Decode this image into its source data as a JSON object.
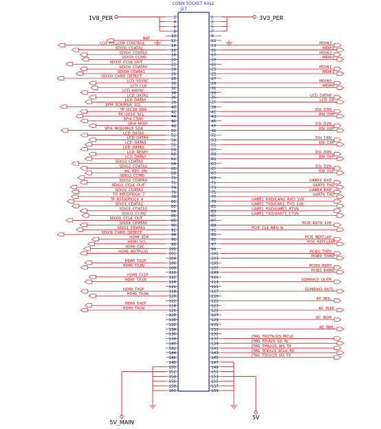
{
  "connector": {
    "title": "CONN SOCKET 60x2",
    "ref": "J27"
  },
  "power": {
    "top_left": "1V8_PER",
    "top_right": "3V3_PER",
    "bottom_left": "5V_MAIN",
    "bottom_right": "5V"
  },
  "colors": {
    "wire": "#c00000",
    "body": "#1f2a7a",
    "pin_number": "#000000"
  },
  "left_nets": [
    {
      "pin": 12,
      "label": "BAT",
      "dir": "in"
    },
    {
      "pin": 14,
      "label": "LCD_FOLLOW_CONTROL",
      "dir": "in"
    },
    {
      "pin": 16,
      "label": "SDIO0_CDATA2",
      "dir": "in"
    },
    {
      "pin": 18,
      "label": "SDIO0_CDATA3",
      "dir": "in"
    },
    {
      "pin": 20,
      "label": "SDIO0_CCMD",
      "dir": "in"
    },
    {
      "pin": 22,
      "label": "SDIO0_CCLK_OUT",
      "dir": "in"
    },
    {
      "pin": 24,
      "label": "SDIO0_CDATA0",
      "dir": "in"
    },
    {
      "pin": 26,
      "label": "SDIO0_CDATA1",
      "dir": "in"
    },
    {
      "pin": 28,
      "label": "SDIO0_CARD_DETECT",
      "dir": "in"
    },
    {
      "pin": 30,
      "label": "LCD_VSYNC",
      "dir": "in"
    },
    {
      "pin": 32,
      "label": "LCD_CLK",
      "dir": "in"
    },
    {
      "pin": 34,
      "label": "LCD_HSYNC",
      "dir": "in"
    },
    {
      "pin": 36,
      "label": "LCD_DATA1",
      "dir": "in"
    },
    {
      "pin": 38,
      "label": "LCD_DATA0",
      "dir": "in"
    },
    {
      "pin": 40,
      "label": "SPI4_SCK/MUX_SCL",
      "dir": "in"
    },
    {
      "pin": 42,
      "label": "TP_I2C10_SDA",
      "dir": "in"
    },
    {
      "pin": 44,
      "label": "TP_I2C10_SCL",
      "dir": "in"
    },
    {
      "pin": 46,
      "label": "SPI4_CSN0",
      "dir": "in"
    },
    {
      "pin": 48,
      "label": "SPI4_MISO",
      "dir": "in"
    },
    {
      "pin": 50,
      "label": "SPI4_MOSI/MUX_SDA",
      "dir": "in"
    },
    {
      "pin": 52,
      "label": "LCD_DATA5",
      "dir": "in"
    },
    {
      "pin": 54,
      "label": "LCD_DATA4",
      "dir": "in"
    },
    {
      "pin": 56,
      "label": "LCD_DATA3",
      "dir": "in"
    },
    {
      "pin": 58,
      "label": "LCD_DATA2",
      "dir": "in"
    },
    {
      "pin": 60,
      "label": "LCD_RESET",
      "dir": "in"
    },
    {
      "pin": 62,
      "label": "LCD_DATA7",
      "dir": "in"
    },
    {
      "pin": 64,
      "label": "SDIO2_CDATA0",
      "dir": "in"
    },
    {
      "pin": 66,
      "label": "SDIO2_CDATA1",
      "dir": "in"
    },
    {
      "pin": 68,
      "label": "WL_REG_ON",
      "dir": "in"
    },
    {
      "pin": 70,
      "label": "SDIO2_CCMD",
      "dir": "in"
    },
    {
      "pin": 72,
      "label": "SDIO2_CDATA3",
      "dir": "in"
    },
    {
      "pin": 74,
      "label": "SDIO2_CCLK_OUT",
      "dir": "in"
    },
    {
      "pin": 76,
      "label": "SDIO2_CDATA2",
      "dir": "in"
    },
    {
      "pin": 78,
      "label": "TP_INT/GPIO16_7",
      "dir": "in"
    },
    {
      "pin": 80,
      "label": "TP_RST/GPIO16_4",
      "dir": "in"
    },
    {
      "pin": 82,
      "label": "SDIO1_CDATA2",
      "dir": "in"
    },
    {
      "pin": 84,
      "label": "SDIO1_CDATA3",
      "dir": "in"
    },
    {
      "pin": 86,
      "label": "SDIO1_CCMD",
      "dir": "in"
    },
    {
      "pin": 88,
      "label": "SDIO1_CCLK_OUT",
      "dir": "in"
    },
    {
      "pin": 90,
      "label": "SDIO1_CDATA0",
      "dir": "in"
    },
    {
      "pin": 92,
      "label": "SDIO1_CDATA1",
      "dir": "in"
    },
    {
      "pin": 94,
      "label": "SDIO1_CARD_DETECT",
      "dir": "in"
    },
    {
      "pin": 96,
      "label": "HDMI_SDA",
      "dir": "in"
    },
    {
      "pin": 98,
      "label": "HDMI_SCL",
      "dir": "in"
    },
    {
      "pin": 100,
      "label": "HDMI_CEC",
      "dir": "in"
    },
    {
      "pin": 102,
      "label": "HDMI_HOTPLUG",
      "dir": "in"
    },
    {
      "pin": 106,
      "label": "HDMI_TX2P",
      "dir": "in"
    },
    {
      "pin": 108,
      "label": "HDMI_TX2N",
      "dir": "in"
    },
    {
      "pin": 112,
      "label": "HDMI_TX1P",
      "dir": "in"
    },
    {
      "pin": 114,
      "label": "HDMI_TX1N",
      "dir": "in"
    },
    {
      "pin": 118,
      "label": "HDMI_TX0P",
      "dir": "in"
    },
    {
      "pin": 120,
      "label": "HDMI_TX0N",
      "dir": "in"
    },
    {
      "pin": 124,
      "label": "HDMI_TXCP",
      "dir": "in"
    },
    {
      "pin": 126,
      "label": "HDMI_TXCN",
      "dir": "in"
    }
  ],
  "right_nets": [
    {
      "pin": 13,
      "label": "MDIN3"
    },
    {
      "pin": 15,
      "label": "MDIP3"
    },
    {
      "pin": 17,
      "label": "MDIN2"
    },
    {
      "pin": 19,
      "label": "MDIP2"
    },
    {
      "pin": 23,
      "label": "MDIN1"
    },
    {
      "pin": 25,
      "label": "MDIP1"
    },
    {
      "pin": 29,
      "label": "MDIN0"
    },
    {
      "pin": 31,
      "label": "MDIP0"
    },
    {
      "pin": 35,
      "label": "LCD_DATA6"
    },
    {
      "pin": 37,
      "label": "LCD_DE"
    },
    {
      "pin": 41,
      "label": "DSI_D3N"
    },
    {
      "pin": 43,
      "label": "DSI_D3P"
    },
    {
      "pin": 47,
      "label": "DSI_D2N"
    },
    {
      "pin": 49,
      "label": "DSI_D2P"
    },
    {
      "pin": 53,
      "label": "DSI_CKN"
    },
    {
      "pin": 55,
      "label": "DSI_CKP"
    },
    {
      "pin": 59,
      "label": "DSI_D0N"
    },
    {
      "pin": 61,
      "label": "DSI_D0P"
    },
    {
      "pin": 65,
      "label": "DSI_D1N"
    },
    {
      "pin": 67,
      "label": "DSI_D1P"
    },
    {
      "pin": 71,
      "label": "UART3_RXD"
    },
    {
      "pin": 73,
      "label": "UART3_TXD"
    },
    {
      "pin": 75,
      "label": "UART4_RXD"
    },
    {
      "pin": 77,
      "label": "UART4_TXD"
    },
    {
      "pin": 79,
      "label": "UART1_RXD/CAN1_RXD_1V8"
    },
    {
      "pin": 81,
      "label": "UART1_TXD/CAN1_TXD_1V8"
    },
    {
      "pin": 83,
      "label": "UART1_RXD/UART1_RTSN"
    },
    {
      "pin": 85,
      "label": "UART1_TXD/UART1_CTSN"
    },
    {
      "pin": 89,
      "label": "PCIE_RSTN_1V8"
    },
    {
      "pin": 91,
      "label": "PCIE_CLK_REQ_N"
    },
    {
      "pin": 95,
      "label": "PCIE_REFCLKP"
    },
    {
      "pin": 97,
      "label": "PCIE_REFCLKM"
    },
    {
      "pin": 101,
      "label": "PCIE0_TXP0"
    },
    {
      "pin": 103,
      "label": "PCIE0_TXM0"
    },
    {
      "pin": 107,
      "label": "PCIE0_RXP0"
    },
    {
      "pin": 109,
      "label": "PCIE0_RXM0"
    },
    {
      "pin": 113,
      "label": "SGM8903_OUTR"
    },
    {
      "pin": 117,
      "label": "SGM8903_OUTL"
    },
    {
      "pin": 121,
      "label": "AC_IN1L"
    },
    {
      "pin": 125,
      "label": "AC_IN1R"
    },
    {
      "pin": 129,
      "label": "AC_IN0R"
    },
    {
      "pin": 133,
      "label": "AC_IN0L"
    },
    {
      "pin": 137,
      "label": "JTAG_TRSTN/I2S_MCLK"
    },
    {
      "pin": 139,
      "label": "JTAG_TDI/I2S_SD_IN"
    },
    {
      "pin": 141,
      "label": "JTAG_TMS/I2S_WS_TX"
    },
    {
      "pin": 143,
      "label": "JTAG_TCK/I2S_SCLK_TX"
    },
    {
      "pin": 145,
      "label": "JTAG_TDO/I2S_SD_TX"
    }
  ]
}
